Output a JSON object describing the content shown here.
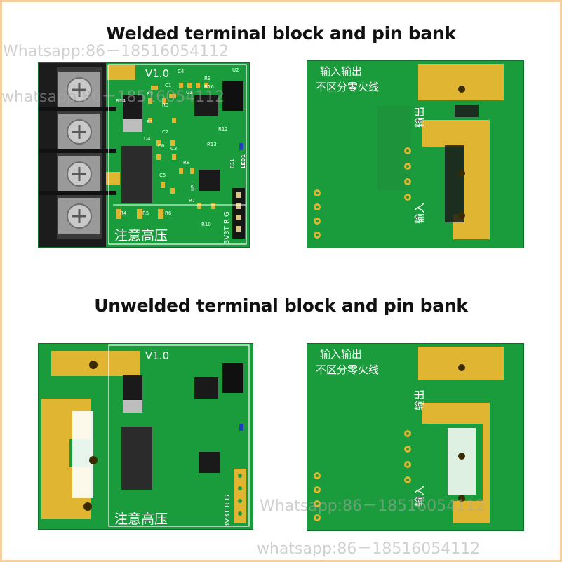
{
  "headings": {
    "welded": "Welded terminal block and pin bank",
    "unwelded": "Unwelded terminal block and pin bank"
  },
  "watermarks": [
    "Whatsapp:86－18516054112",
    "whatsapp:86－18516054112",
    "Whatsapp:86－18516054112",
    "whatsapp:86－18516054112"
  ],
  "front": {
    "version": "V1.0",
    "warning": "注意高压",
    "pins": "3V3T R G",
    "refs": [
      "C4",
      "R9",
      "R16",
      "U2",
      "C1",
      "U1",
      "R2",
      "R3",
      "R1",
      "C2",
      "R14",
      "R12",
      "U4",
      "C6",
      "R13",
      "C3",
      "R8",
      "C5",
      "LED1",
      "R11",
      "U3",
      "R7",
      "R4",
      "R5",
      "R6",
      "R10"
    ]
  },
  "back": {
    "line1": "输入输出",
    "line2": "不区分零火线",
    "out_label": "输出",
    "in_label": "输入"
  },
  "colors": {
    "pcb": "#1b9c3c",
    "pad": "#e0b531",
    "silk": "#ffffff",
    "terminal": "#1c1c1c",
    "screw": "#c9c9c9"
  }
}
